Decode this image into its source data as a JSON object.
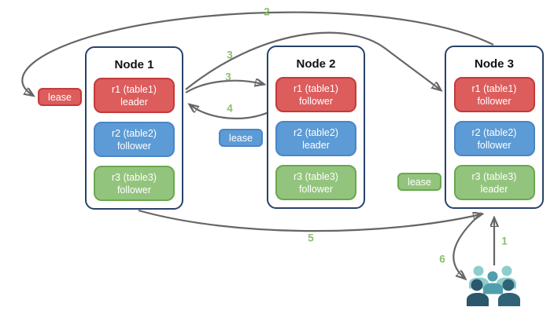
{
  "diagram": {
    "nodes": [
      {
        "title": "Node 1",
        "replicas": [
          {
            "line1": "r1 (table1)",
            "line2": "leader",
            "color": "red"
          },
          {
            "line1": "r2 (table2)",
            "line2": "follower",
            "color": "blue"
          },
          {
            "line1": "r3 (table3)",
            "line2": "follower",
            "color": "green"
          }
        ]
      },
      {
        "title": "Node 2",
        "replicas": [
          {
            "line1": "r1 (table1)",
            "line2": "follower",
            "color": "red"
          },
          {
            "line1": "r2 (table2)",
            "line2": "leader",
            "color": "blue"
          },
          {
            "line1": "r3 (table3)",
            "line2": "follower",
            "color": "green"
          }
        ]
      },
      {
        "title": "Node 3",
        "replicas": [
          {
            "line1": "r1 (table1)",
            "line2": "follower",
            "color": "red"
          },
          {
            "line1": "r2 (table2)",
            "line2": "follower",
            "color": "blue"
          },
          {
            "line1": "r3 (table3)",
            "line2": "leader",
            "color": "green"
          }
        ]
      }
    ],
    "leases": {
      "red": "lease",
      "blue": "lease",
      "green": "lease"
    },
    "steps": {
      "s1": "1",
      "s2": "2",
      "s3_upper": "3",
      "s3_lower": "3",
      "s4": "4",
      "s5": "5",
      "s6": "6"
    },
    "edges": [
      {
        "step": "1",
        "from": "users",
        "to": "node3-r3-leader"
      },
      {
        "step": "2",
        "from": "node3",
        "to": "lease-red"
      },
      {
        "step": "3",
        "from": "node1-r1-leader",
        "to": "node2-r1-follower"
      },
      {
        "step": "3",
        "from": "node1-r1-leader",
        "to": "node3-r1-follower"
      },
      {
        "step": "4",
        "from": "node2-r1-follower",
        "to": "node1-r1-leader"
      },
      {
        "step": "5",
        "from": "node1",
        "to": "node3-r3-leader"
      },
      {
        "step": "6",
        "from": "node3",
        "to": "users"
      }
    ],
    "icons": {
      "users": "users-group-icon"
    },
    "colors": {
      "red_fill": "#dd5c5c",
      "red_border": "#c43b3b",
      "blue_fill": "#5c9bd5",
      "blue_border": "#4a86c6",
      "green_fill": "#93c47d",
      "green_border": "#6aa84f",
      "node_border": "#27426b",
      "arrow": "#666666",
      "step_label": "#89bf6f",
      "users_light": "#8ecdcd",
      "users_mid": "#4f9fae",
      "users_dark1": "#2b566b",
      "users_dark2": "#2f6375"
    }
  }
}
